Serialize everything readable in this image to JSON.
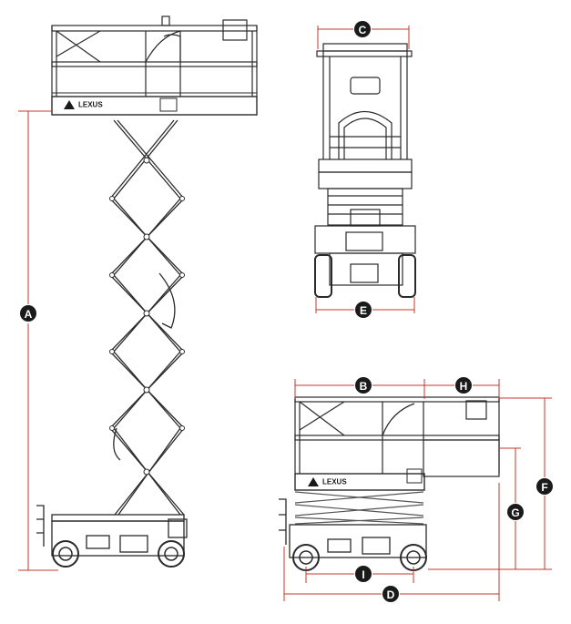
{
  "brand": {
    "logo_text": "LEXUS"
  },
  "dimension_labels": {
    "A": "A",
    "B": "B",
    "C": "C",
    "D": "D",
    "E": "E",
    "F": "F",
    "G": "G",
    "H": "H",
    "I": "I"
  },
  "colors": {
    "dimension_line": "#c0392b",
    "drawing_line": "#2a2a2a",
    "badge": "#1a1a1a"
  }
}
